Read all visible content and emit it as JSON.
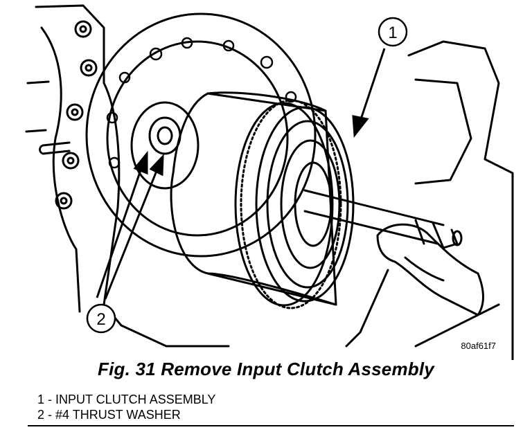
{
  "figure": {
    "reference_code": "80af61f7",
    "caption": "Fig. 31 Remove Input Clutch Assembly",
    "callouts": [
      "1",
      "2"
    ],
    "legend": [
      {
        "text": "1 - INPUT CLUTCH ASSEMBLY"
      },
      {
        "text": "2 - #4 THRUST WASHER"
      }
    ]
  }
}
